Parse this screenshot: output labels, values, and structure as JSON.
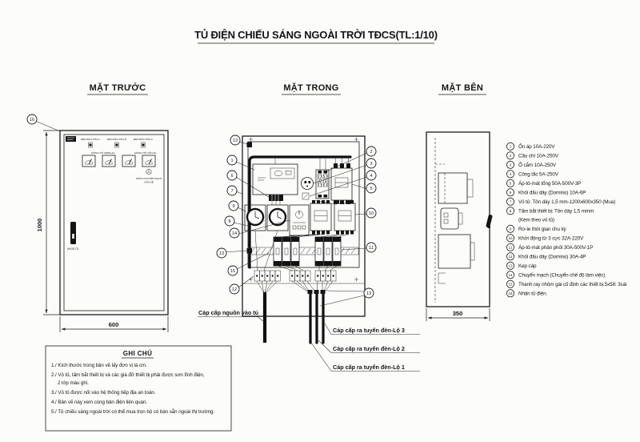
{
  "title": "TỦ ĐIỆN CHIẾU SÁNG NGOÀI TRỜI TĐCS(TL:1/10)",
  "views": {
    "front": {
      "label": "MẶT TRƯỚC",
      "h_dim": "1000",
      "w_dim": "600",
      "callout": "16",
      "lamps": [
        "ĐÈN BÁO PHA A",
        "ĐÈN BÁO PHA B",
        "ĐÈN BÁO PHA C"
      ],
      "ampe_label": "ĐỒNG HỒ AMPE AC",
      "volt_label": "ĐỒNG HỒ VÔN AC",
      "selector_label_1": "KHÓA CHUYỂN MẠCH",
      "selector_label_2": "VÔN KẾ",
      "lock_label": "KHOÁ TỦ"
    },
    "inside": {
      "label": "MẶT TRONG",
      "callouts_left": [
        "13",
        "1",
        "6",
        "7",
        "9",
        "8",
        "14",
        "13",
        "15",
        "12"
      ],
      "callouts_right": [
        "2",
        "3",
        "4",
        "5",
        "10",
        "11",
        "13"
      ]
    },
    "side": {
      "label": "MẶT BÊN",
      "w_dim": "350"
    }
  },
  "cables": {
    "in": "Cáp cấp nguồn vào tủ",
    "out3": "Cáp cấp ra tuyến đèn-Lộ 3",
    "out2": "Cáp cấp ra tuyến đèn-Lộ 2",
    "out1": "Cáp cấp ra tuyến đèn-Lộ 1"
  },
  "legend": {
    "items": [
      {
        "num": "1",
        "text": "Ổn áp 10A-220V"
      },
      {
        "num": "2",
        "text": "Cầu chì 10A-250V"
      },
      {
        "num": "3",
        "text": "Ổ cắm 10A-250V"
      },
      {
        "num": "4",
        "text": "Công tắc 5A-250V"
      },
      {
        "num": "5",
        "text": "Áp-tô-mát tổng 50A-500V-3P"
      },
      {
        "num": "6",
        "text": "Khối đấu dây (Domino) 10A-6P"
      },
      {
        "num": "7",
        "text": "Vỏ tủ: Tôn dày 1,5 mm-1200x600x350 (Mua)"
      },
      {
        "num": "8",
        "text": "Tấm bắt thiết bị: Tôn dày 1,5 mmm",
        "text2": "(Kèm theo vỏ tủ)"
      },
      {
        "num": "9",
        "text": "Rơ-le thời gian chu kỳ"
      },
      {
        "num": "10",
        "text": "Khởi động từ 3 cực 32A-220V"
      },
      {
        "num": "11",
        "text": "Áp-tô-mát phân phối 30A-500V-1P"
      },
      {
        "num": "12",
        "text": "Khối đấu dây (Domino) 30A-4P"
      },
      {
        "num": "13",
        "text": "Kẹp cáp"
      },
      {
        "num": "14",
        "text": "Chuyển mạch (Chuyển chế độ làm việc)"
      },
      {
        "num": "15",
        "text": "Thanh ray nhôm gài cố định các thiết bị.5x58: 3cái"
      },
      {
        "num": "16",
        "text": "Nhãn tủ điện."
      }
    ]
  },
  "notes": {
    "title": "GHI CHÚ",
    "lines": [
      "1./ Kích thước trong bản vẽ lấy đơn vị là cm.",
      "2./ Vỏ tủ, tấm bắt thiết bị và các giá đỡ thiết bị phải được sơn tĩnh điện,",
      "2 lớp màu ghi.",
      "3./ Vỏ tủ được nối vào hệ thống tiếp địa an toàn.",
      "4./ Bản vẽ này xem cùng bản điện liên quan.",
      "5./ Tủ chiếu sáng ngoài trời có thể mua trọn bộ có bán sẵn ngoài thị trường."
    ]
  }
}
